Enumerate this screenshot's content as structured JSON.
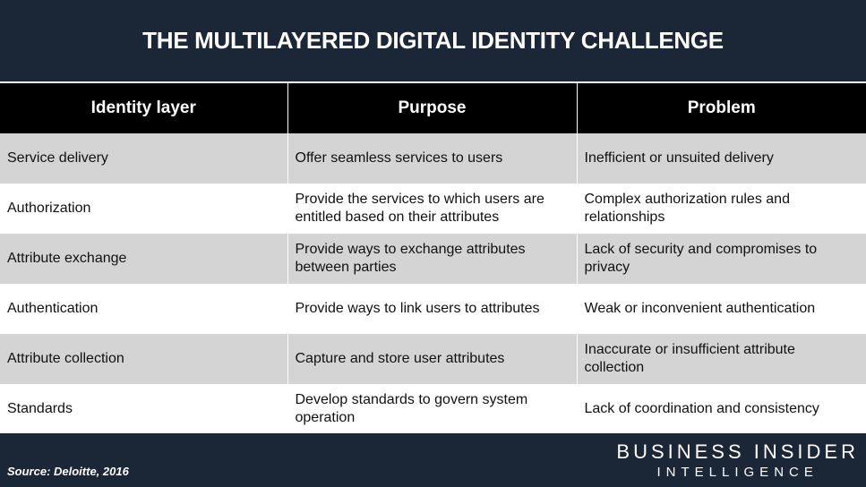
{
  "title": "THE MULTILAYERED DIGITAL IDENTITY CHALLENGE",
  "table": {
    "headers": [
      "Identity layer",
      "Purpose",
      "Problem"
    ],
    "rows": [
      [
        "Service delivery",
        "Offer seamless services to users",
        "Inefficient or unsuited delivery"
      ],
      [
        "Authorization",
        "Provide the services to which users are entitled based on their attributes",
        "Complex authorization rules and relationships"
      ],
      [
        "Attribute exchange",
        "Provide ways to exchange attributes between parties",
        "Lack of security and compromises to privacy"
      ],
      [
        "Authentication",
        "Provide ways to link users to attributes",
        "Weak or inconvenient authentication"
      ],
      [
        "Attribute collection",
        "Capture and store user attributes",
        "Inaccurate or insufficient attribute collection"
      ],
      [
        "Standards",
        "Develop standards to govern system operation",
        "Lack of coordination and consistency"
      ]
    ]
  },
  "footer": {
    "source": "Source: Deloitte, 2016",
    "brand_line1": "BUSINESS INSIDER",
    "brand_line2": "INTELLIGENCE"
  },
  "colors": {
    "background": "#1b2636",
    "header_bg": "#000000",
    "shaded_row": "#d4d4d4",
    "plain_row": "#ffffff"
  }
}
